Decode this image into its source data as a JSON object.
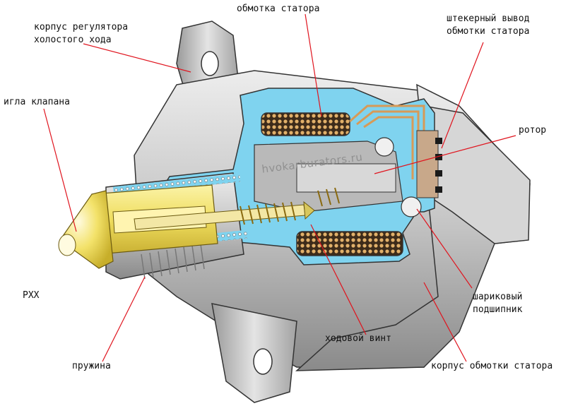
{
  "labels": {
    "stator_winding": "обмотка статора",
    "regulator_body": [
      "корпус регулятора",
      "холостого хода"
    ],
    "plug_terminal": [
      "штекерный вывод",
      "обмотки статора"
    ],
    "valve_needle": "игла клапана",
    "rotor": "ротор",
    "device_name": "РХХ",
    "ball_bearing": [
      "шариковый",
      "подшипник"
    ],
    "lead_screw": "ходовой винт",
    "spring": "пружина",
    "stator_housing": "корпус обмотки статора"
  },
  "watermark": "hvokarburators.ru",
  "colors": {
    "leader": "#e0141e",
    "cutaway": "#7fd3ef",
    "metal": "#c9c9c9",
    "brass": "#f2e36a",
    "copper": "#d79a57"
  }
}
